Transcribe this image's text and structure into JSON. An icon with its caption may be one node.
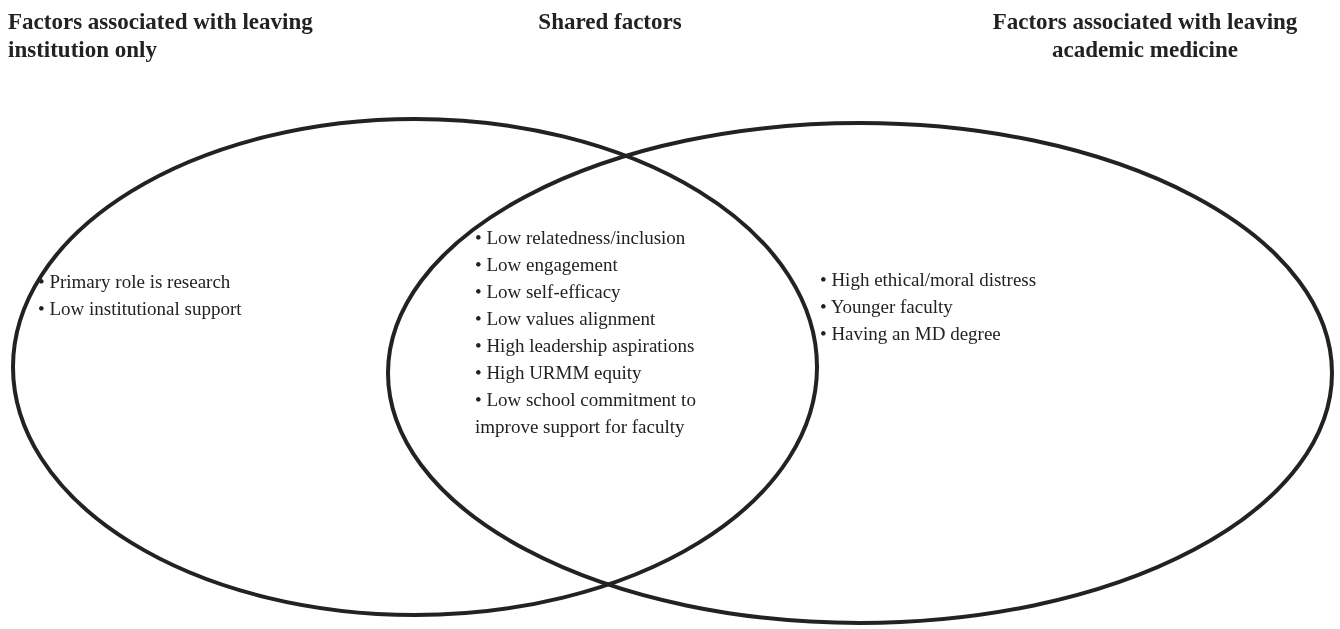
{
  "diagram": {
    "nodes": [
      {
        "text": [
          "Factors associated with leaving institution only",
          "• Primary role is research",
          "• Low institutional support"
        ]
      },
      {
        "text": [
          "Shared factors",
          "• Low relatedness/inclusion",
          "• Low engagement",
          "• Low self-efficacy",
          "• Low values alignment",
          "• High leadership aspirations",
          "• High URMM equity",
          "• Low school commitment to improve support for faculty"
        ]
      },
      {
        "text": [
          "Factors associated with leaving academic medicine",
          "• High ethical/moral distress",
          "• Younger faculty",
          "• Having an MD degree"
        ]
      }
    ]
  }
}
